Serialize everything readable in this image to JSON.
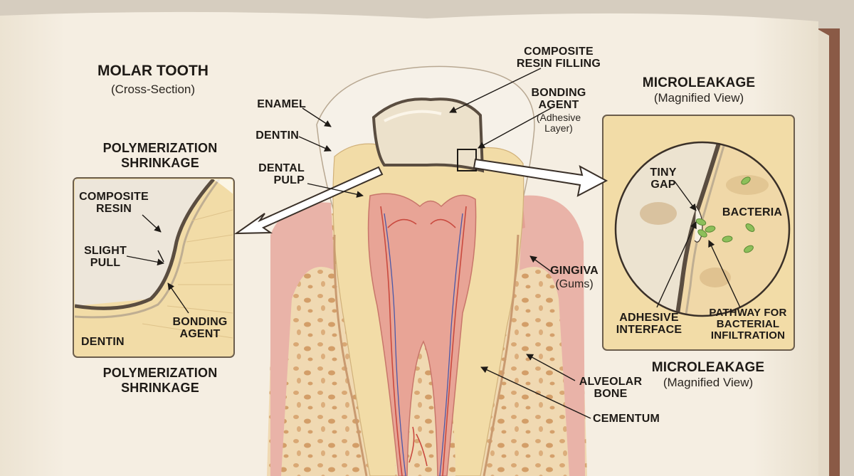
{
  "header": {
    "title": "MOLAR TOOTH",
    "subtitle": "(Cross-Section)"
  },
  "tooth_labels": {
    "enamel": "ENAMEL",
    "dentin": "DENTIN",
    "dental_pulp": "DENTAL\nPULP",
    "composite_resin_filling": "COMPOSITE\nRESIN FILLING",
    "bonding_agent": "BONDING\nAGENT",
    "bonding_agent_note": "(Adhesive\nLayer)",
    "gingiva": "GINGIVA",
    "gingiva_note": "(Gums)",
    "alveolar_bone": "ALVEOLAR\nBONE",
    "cementum": "CEMENTUM"
  },
  "shrinkage_panel": {
    "heading": "POLYMERIZATION\nSHRINKAGE",
    "footer": "POLYMERIZATION\nSHRINKAGE",
    "composite_resin": "COMPOSITE\nRESIN",
    "slight_pull": "SLIGHT\nPULL",
    "bonding_agent": "BONDING\nAGENT",
    "dentin": "DENTIN"
  },
  "microleakage_panel": {
    "heading": "MICROLEAKAGE",
    "heading_note": "(Magnified View)",
    "footer": "MICROLEAKAGE",
    "footer_note": "(Magnified View)",
    "tiny_gap": "TINY\nGAP",
    "bacteria": "BACTERIA",
    "adhesive_interface": "ADHESIVE\nINTERFACE",
    "pathway": "PATHWAY FOR\nBACTERIAL\nINFILTRATION"
  },
  "colors": {
    "paper": "#f3ecdf",
    "enamel": "#f6f1e8",
    "dentin": "#f2dca7",
    "pulp": "#e8a496",
    "gum": "#e9b3a8",
    "bone": "#f0d9b2",
    "composite": "#ece1cb",
    "bacteria": "#8cbf5a"
  }
}
